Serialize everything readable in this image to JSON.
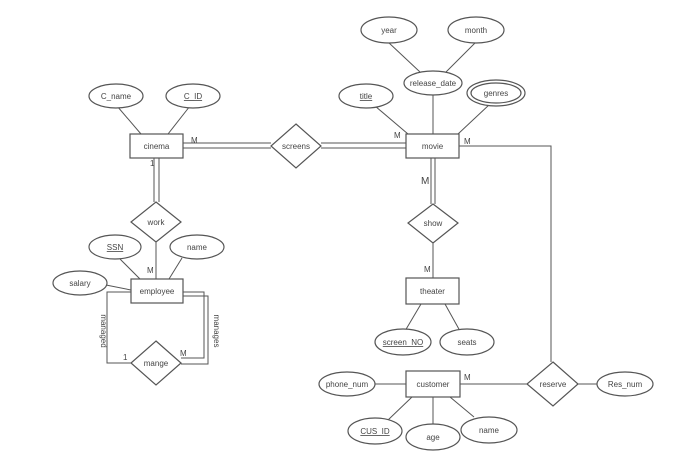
{
  "entities": {
    "cinema": "cinema",
    "movie": "movie",
    "employee": "employee",
    "theater": "theater",
    "customer": "customer"
  },
  "relationships": {
    "screens": "screens",
    "work": "work",
    "show": "show",
    "mange": "mange",
    "reserve": "reserve"
  },
  "attributes": {
    "c_name": "C_name",
    "c_id": "C_ID",
    "year": "year",
    "month": "month",
    "release_date": "release_date",
    "title": "title",
    "genres": "genres",
    "ssn": "SSN",
    "emp_name": "name",
    "salary": "salary",
    "screen_no": "screen_NO",
    "seats": "seats",
    "phone_num": "phone_num",
    "cus_id": "CUS_ID",
    "age": "age",
    "cus_name": "name",
    "res_num": "Res_num"
  },
  "cardinalities": {
    "cinema_screens": "M",
    "screens_movie": "M",
    "movie_reserve": "M",
    "cinema_work": "1",
    "work_employee": "M",
    "movie_show": "M",
    "show_theater": "M",
    "mange_left": "1",
    "mange_right": "M",
    "customer_reserve": "M"
  },
  "role_labels": {
    "managed": "managed",
    "manages": "manages"
  }
}
